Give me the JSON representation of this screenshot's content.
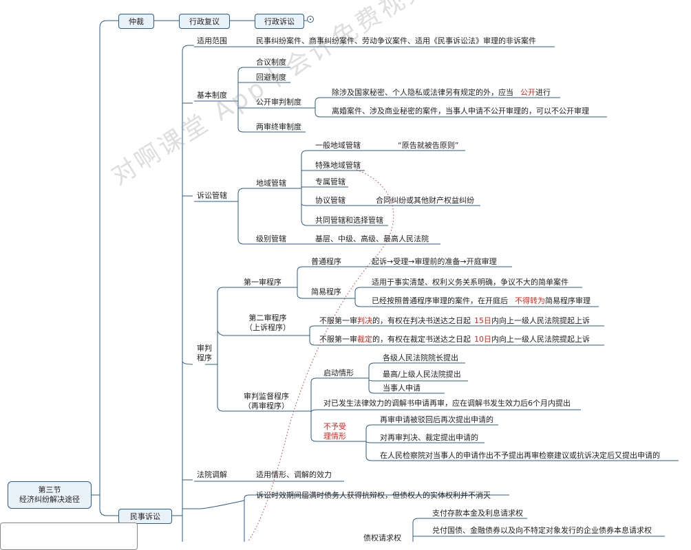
{
  "root": {
    "line1": "第三节",
    "line2": "经济纠纷解决途径"
  },
  "top": {
    "b1": "仲裁",
    "b2": "行政复议",
    "b3": "行政诉讼",
    "civil": "民事诉讼"
  },
  "scope": {
    "label": "适用范围",
    "text": "民事纠纷案件、商事纠纷案件、劳动争议案件、适用《民事诉讼法》审理的非诉案件"
  },
  "basic": {
    "label": "基本制度",
    "i1": "合议制度",
    "i2": "回避制度",
    "i3": "公开审判制度",
    "i4": "两审终审制度",
    "open1a": "除涉及国家秘密、个人隐私或法律另有规定的外，应当",
    "open1red": "公开",
    "open1b": "进行",
    "open2": "离婚案件、涉及商业秘密的案件，当事人申请不公开审理的，可以不公开审理"
  },
  "jurisdiction": {
    "label": "诉讼管辖",
    "area": "地域管辖",
    "level": "级别管辖",
    "g1": "一般地域管辖",
    "g1t": "“原告就被告原则”",
    "g2": "特殊地域管辖",
    "g3": "专属管辖",
    "g4": "协议管辖",
    "g4t": "合同纠纷或其他财产权益纠纷",
    "g5": "共同管辖和选择管辖",
    "levelt": "基层、中级、高级、最高人民法院"
  },
  "trial": {
    "label1": "审判",
    "label2": "程序",
    "first": "第一审程序",
    "ordinary": "普通程序",
    "ordinaryt": "起诉→受理→审理前的准备→开庭审理",
    "simple": "简易程序",
    "simple1": "适用于事实清楚、权利义务关系明确，争议不大的简单案件",
    "simple2a": "已经按照普通程序审理的案件，在开庭后",
    "simple2red": "不得转为",
    "simple2b": "简易程序审理",
    "second1": "第二审程序",
    "second2": "（上诉程序）",
    "appeal1a": "不服第一审",
    "appeal1red": "判决",
    "appeal1b": "的，有权在判决书送达之日起",
    "appeal1red2": "15日",
    "appeal1c": "内向上一级人民法院提起上诉",
    "appeal2a": "不服第一审",
    "appeal2red": "裁定",
    "appeal2b": "的，有权在裁定书送达之日起",
    "appeal2red2": "10日",
    "appeal2c": "内向上一级人民法院提起上诉",
    "super1": "审判监督程序",
    "super2": "（再审程序）",
    "start": "启动情形",
    "s1": "各级人民法院院长提出",
    "s2": "最高/上级人民法院提出",
    "s3": "当事人申请",
    "mediation": "对已发生法律效力的调解书申请再审，应在调解书发生效力后6个月内提出",
    "reject1": "不予受",
    "reject2": "理情形",
    "r1": "再审申请被驳回后再次提出申请的",
    "r2": "对再审判决、裁定提出申请的",
    "r3": "在人民检察院对当事人的申请作出不予提出再审检察建议或抗诉决定后又提出申请的"
  },
  "court_mediation": {
    "label": "法院调解",
    "text": "适用情形、调解的效力"
  },
  "limitation": {
    "text": "诉讼时效期间届满时债务人获得抗辩权，但债权人的实体权利并不消灭",
    "claim": "债权请求权",
    "c1": "支付存款本金及利息请求权",
    "c2": "兑付国债、金融债券以及向不特定对象发行的企业债券本息请求权"
  },
  "watermark": "对啊课堂 App丨会计免费视频题库",
  "colors": {
    "line": "#2a5a8f",
    "accent_red": "#e8231b",
    "node_fill": "#e9f1f9",
    "dotted": "#d0312d"
  }
}
